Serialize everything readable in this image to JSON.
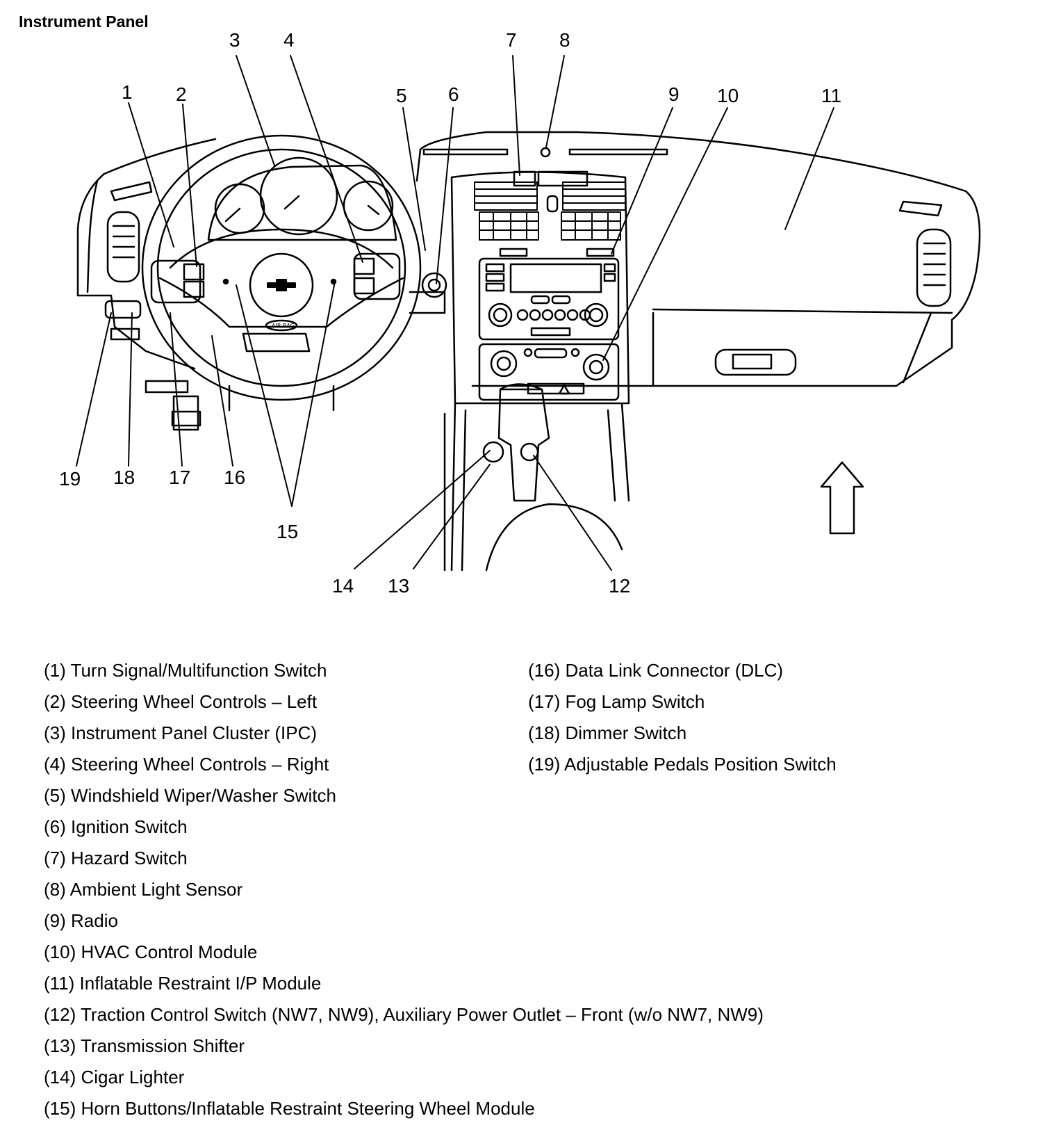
{
  "title": "Instrument Panel",
  "callouts": [
    "1",
    "2",
    "3",
    "4",
    "5",
    "6",
    "7",
    "8",
    "9",
    "10",
    "11",
    "12",
    "13",
    "14",
    "15",
    "16",
    "17",
    "18",
    "19"
  ],
  "airbag_label": "AIR BAG",
  "legend_left": [
    "(1) Turn Signal/Multifunction Switch",
    "(2) Steering Wheel Controls – Left",
    "(3) Instrument Panel Cluster (IPC)",
    "(4) Steering Wheel Controls – Right",
    "(5) Windshield Wiper/Washer Switch",
    "(6) Ignition Switch",
    "(7) Hazard Switch",
    "(8) Ambient Light Sensor",
    "(9) Radio",
    "(10) HVAC Control Module",
    "(11) Inflatable Restraint I/P Module",
    "(12) Traction Control Switch (NW7, NW9), Auxiliary Power Outlet – Front (w/o NW7, NW9)",
    "(13) Transmission Shifter",
    "(14) Cigar Lighter",
    "(15) Horn Buttons/Inflatable Restraint Steering Wheel Module"
  ],
  "legend_right": [
    "(16) Data Link Connector (DLC)",
    "(17) Fog Lamp Switch",
    "(18) Dimmer Switch",
    "(19) Adjustable Pedals Position Switch"
  ]
}
